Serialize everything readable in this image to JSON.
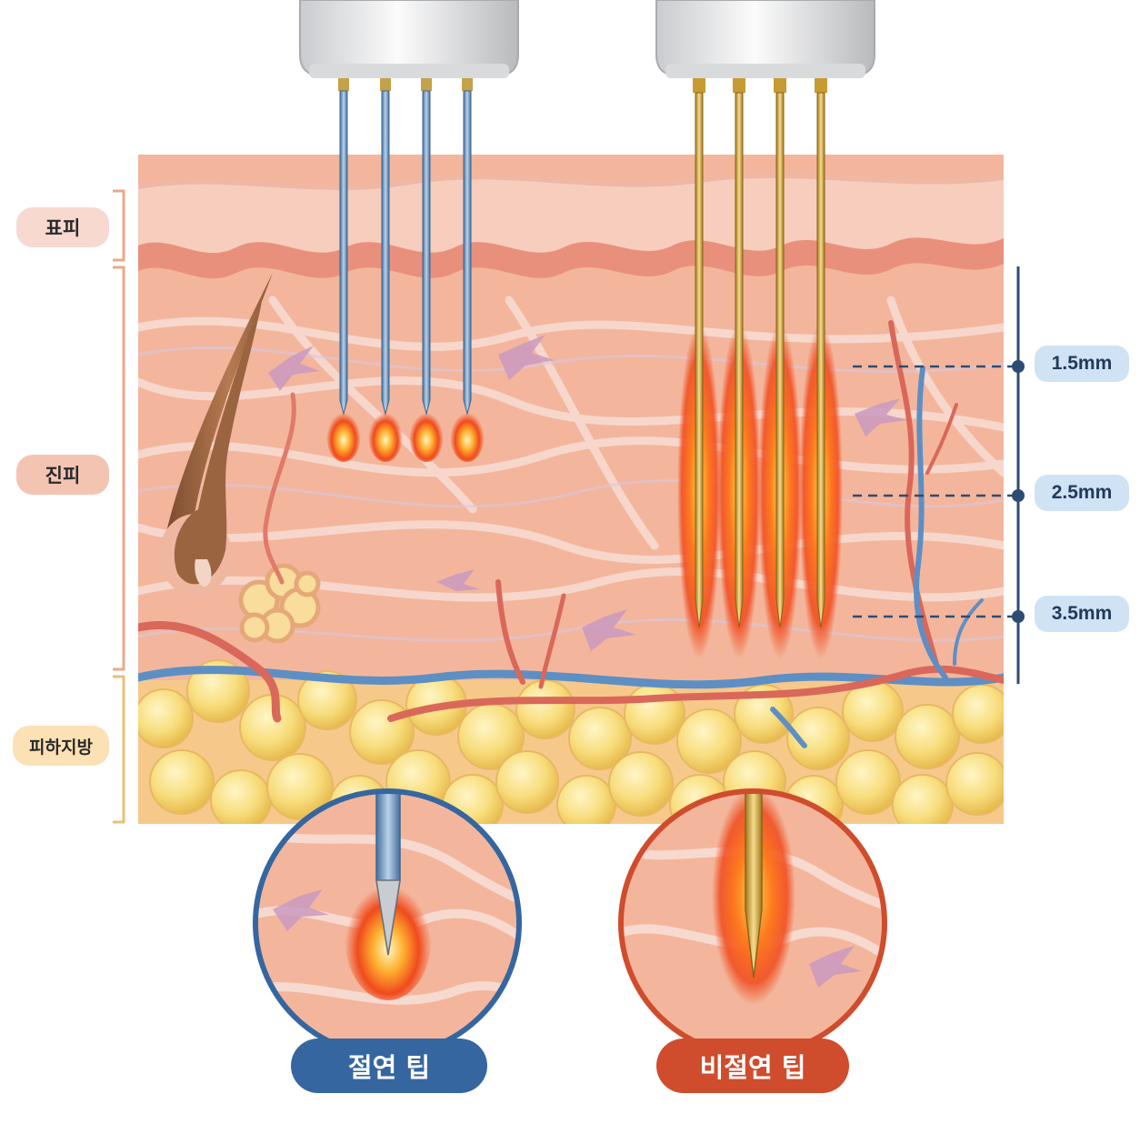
{
  "layers": {
    "epidermis": "표피",
    "dermis": "진피",
    "subcutaneous_fat": "피하지방"
  },
  "depths": [
    "1.5mm",
    "2.5mm",
    "3.5mm"
  ],
  "tips": {
    "insulated": "절연 팁",
    "non_insulated": "비절연 팁"
  },
  "colors": {
    "insulated_needle": "#6f98c4",
    "non_insulated_needle": "#d4a640",
    "heat": "#f04a1c",
    "insulated_label": "#3566a0",
    "non_insulated_label": "#cf4c2c",
    "depth_label": "#cfe3f5"
  }
}
